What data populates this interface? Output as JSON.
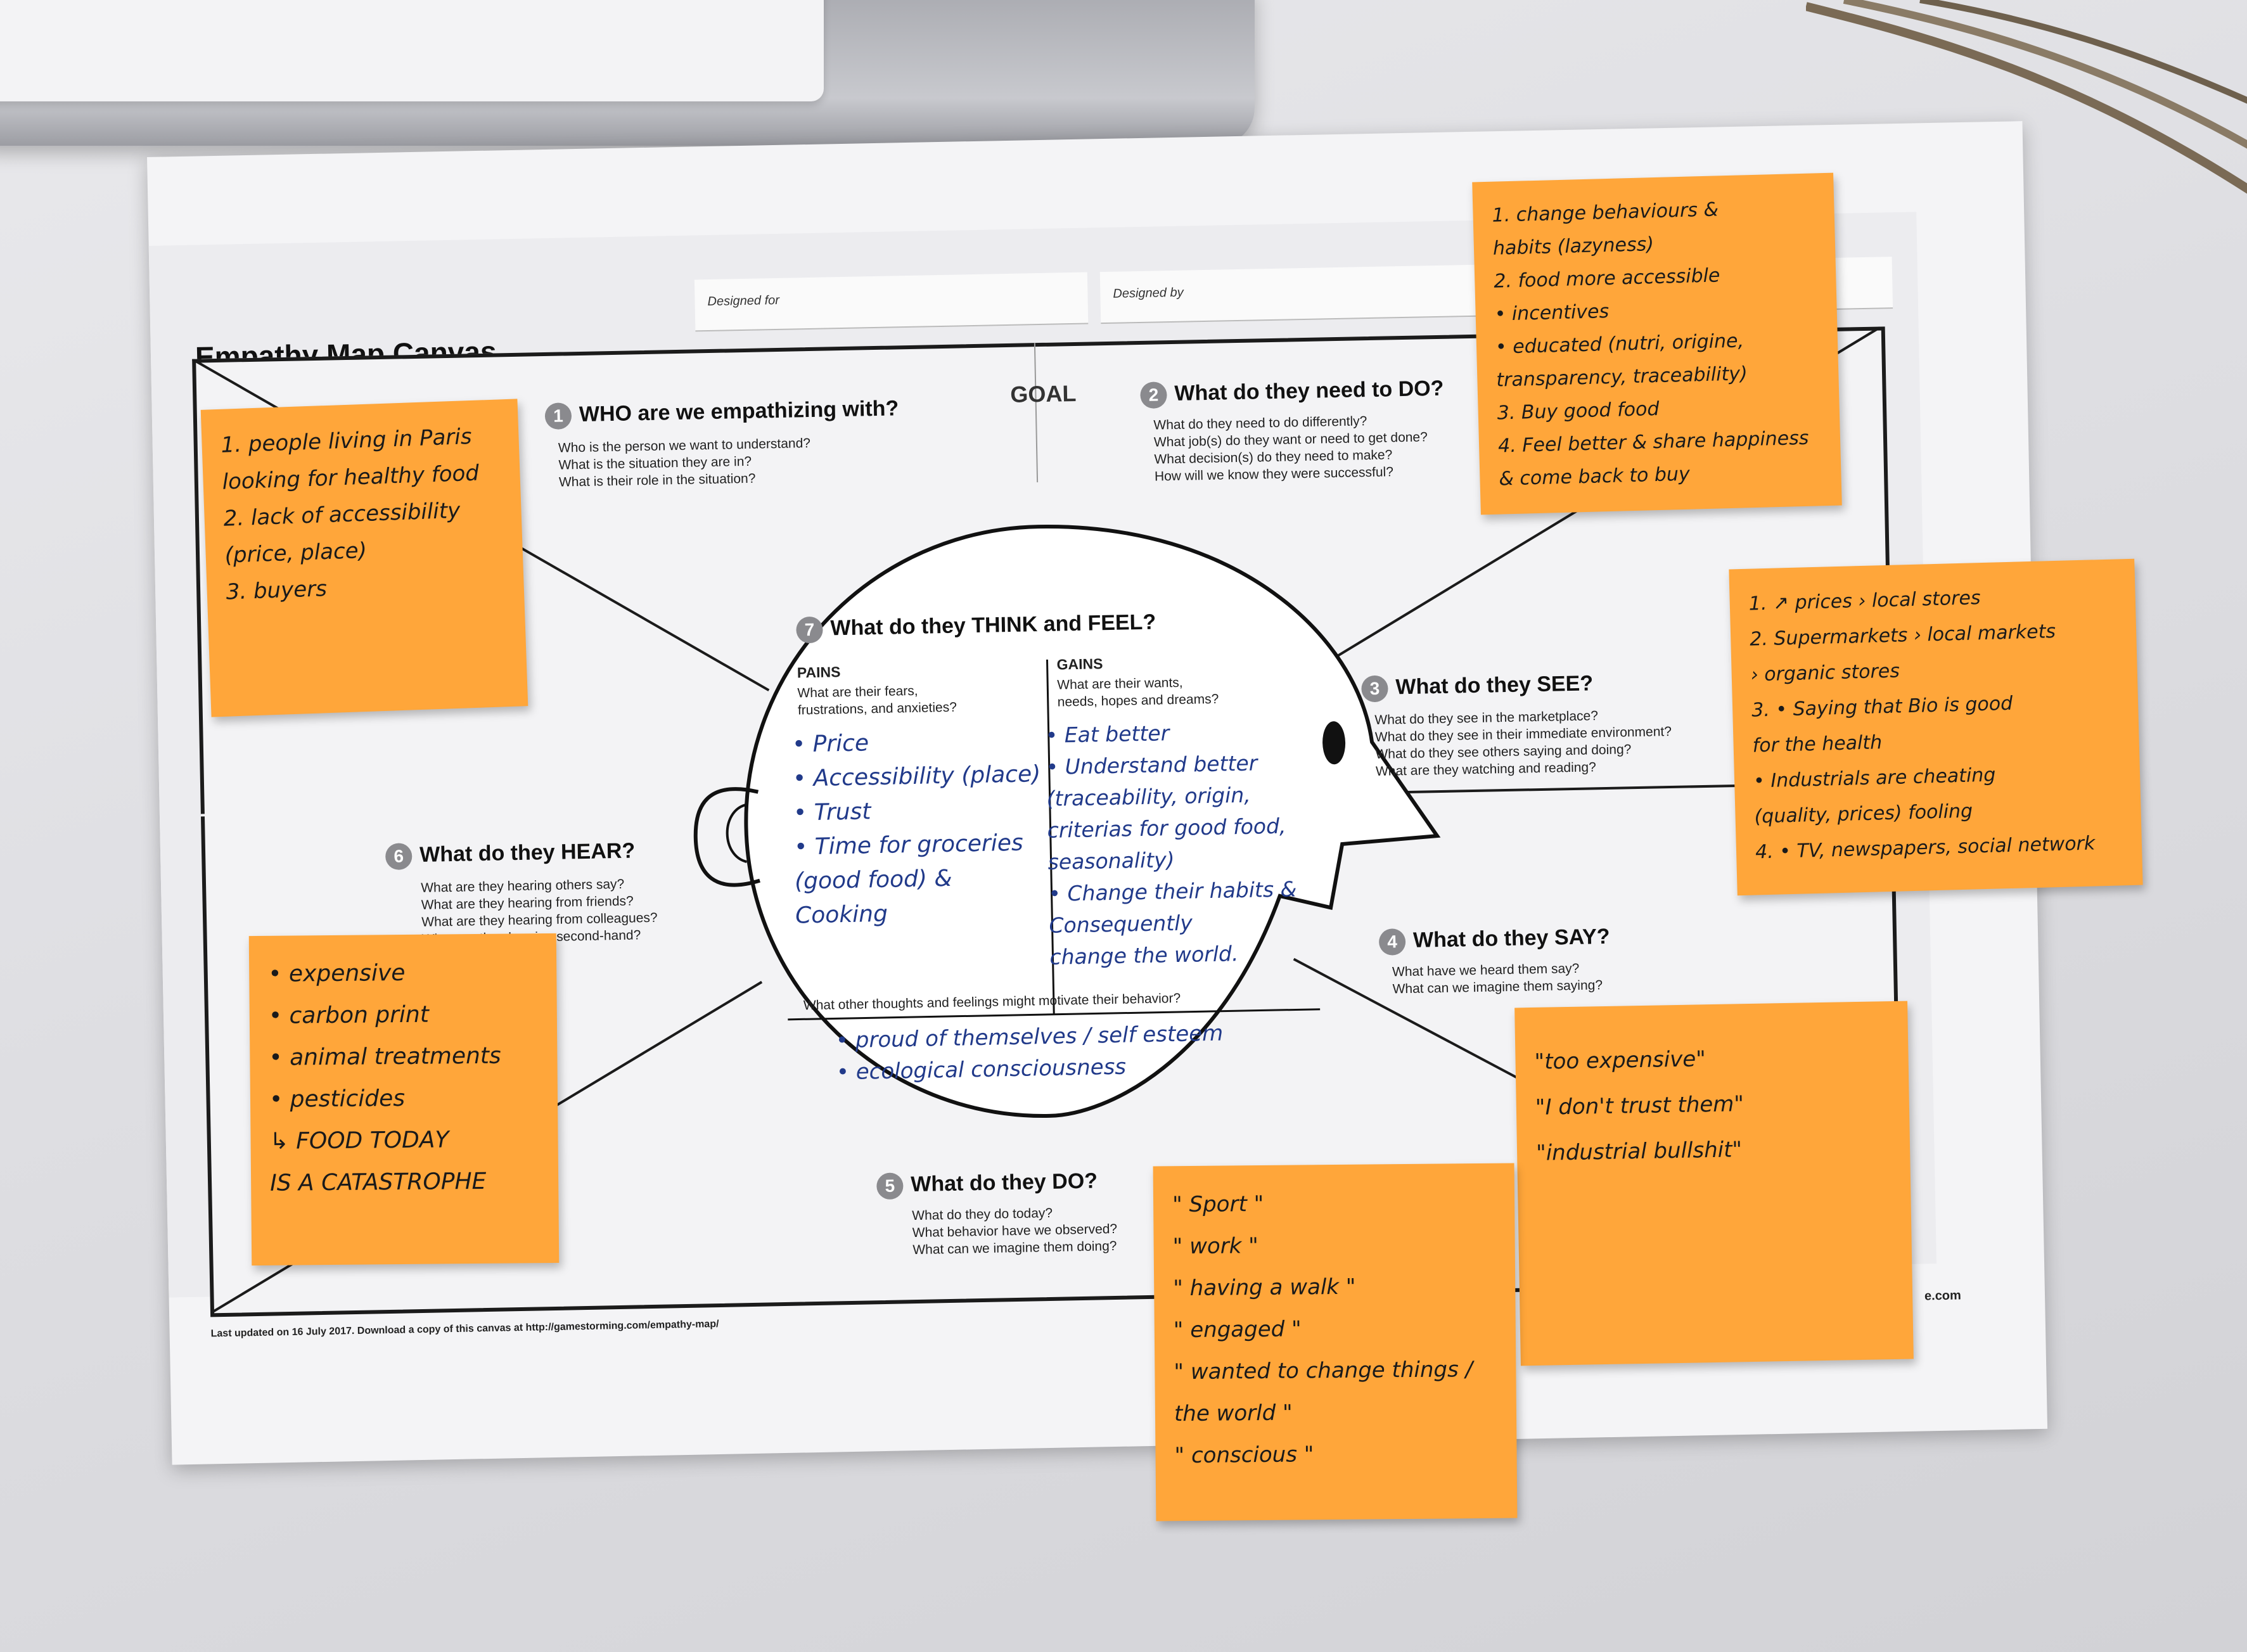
{
  "canvas": {
    "title": "Empathy Map Canvas",
    "designed_for_label": "Designed for",
    "designed_by_label": "Designed by",
    "goal_label": "GOAL",
    "footer": "Last updated on 16 July 2017. Download a copy of this canvas at http://gamestorming.com/empathy-map/",
    "footer_right": "e.com"
  },
  "sections": {
    "who": {
      "num": "1",
      "title": "WHO are we empathizing with?",
      "questions": [
        "Who is the person we want to understand?",
        "What is the situation they are in?",
        "What is their role in the situation?"
      ]
    },
    "do_need": {
      "num": "2",
      "title": "What do they need to DO?",
      "questions": [
        "What do they need to do differently?",
        "What job(s) do they want or need to get done?",
        "What decision(s) do they need to make?",
        "How will we know they were successful?"
      ]
    },
    "see": {
      "num": "3",
      "title": "What do they SEE?",
      "questions": [
        "What do they see in the marketplace?",
        "What do they see in their immediate environment?",
        "What do they see others saying and doing?",
        "What are they watching and reading?"
      ]
    },
    "say": {
      "num": "4",
      "title": "What do they SAY?",
      "questions": [
        "What have we heard them say?",
        "What can we imagine them saying?"
      ]
    },
    "do": {
      "num": "5",
      "title": "What do they DO?",
      "questions": [
        "What do they do today?",
        "What behavior have we observed?",
        "What can we imagine them doing?"
      ]
    },
    "hear": {
      "num": "6",
      "title": "What do they HEAR?",
      "questions": [
        "What are they hearing others say?",
        "What are they hearing from friends?",
        "What are they hearing from colleagues?",
        "What are they hearing second-hand?"
      ]
    },
    "think": {
      "num": "7",
      "title": "What do they THINK and FEEL?",
      "pains_title": "PAINS",
      "pains_desc": [
        "What are their fears,",
        "frustrations, and anxieties?"
      ],
      "gains_title": "GAINS",
      "gains_desc": [
        "What are their wants,",
        "needs, hopes and dreams?"
      ],
      "motivate": "What other thoughts and feelings might motivate their behavior?"
    }
  },
  "handwriting": {
    "pains": [
      "• Price",
      "• Accessibility (place)",
      "• Trust",
      "• Time for groceries",
      "(good food) &",
      "Cooking"
    ],
    "gains": [
      "• Eat better",
      "• Understand better",
      "(traceability, origin,",
      "criterias for good food,",
      "seasonality)",
      "• Change their habits &",
      "Consequently",
      "change the world."
    ],
    "motivate": [
      "• proud of themselves / self esteem",
      "• ecological consciousness"
    ]
  },
  "stickies": {
    "who": [
      "1. people living in Paris",
      "looking for healthy food",
      "2. lack of accessibility",
      "(price, place)",
      "3. buyers"
    ],
    "do_need": [
      "1. change behaviours &",
      "habits (lazyness)",
      "2. food more accessible",
      "• incentives",
      "• educated (nutri, origine,",
      "transparency, traceability)",
      "3. Buy good food",
      "4. Feel better & share happiness",
      "& come back to buy"
    ],
    "see": [
      "1. ↗ prices  › local stores",
      "2. Supermarkets  › local markets",
      "› organic stores",
      "3. • Saying that Bio is good",
      "for the health",
      "• Industrials are cheating",
      "(quality, prices)  fooling",
      "4. • TV, newspapers, social network"
    ],
    "hear": [
      "• expensive",
      "• carbon print",
      "• animal treatments",
      "• pesticides",
      "↳ FOOD TODAY",
      "IS A CATASTROPHE"
    ],
    "say": [
      "\"too expensive\"",
      "\"I don't trust them\"",
      "\"industrial bullshit\""
    ],
    "do": [
      "\" Sport \"",
      "\" work \"",
      "\" having a walk \"",
      "\" engaged \"",
      "\" wanted to change things /",
      "the world \"",
      "\" conscious \""
    ]
  }
}
